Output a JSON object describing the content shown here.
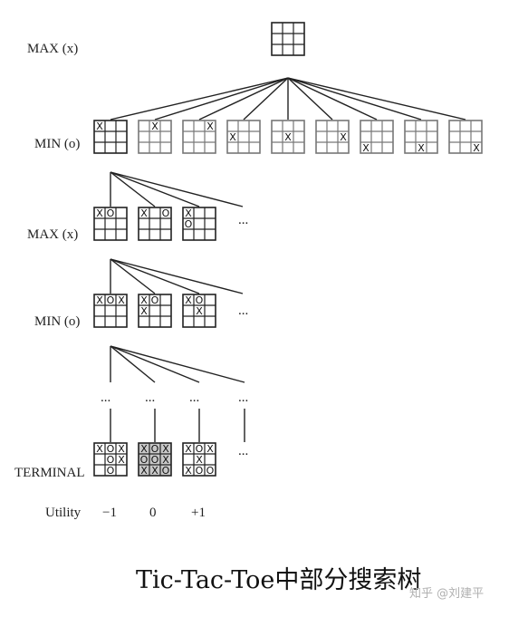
{
  "levels": {
    "max1": "MAX (x)",
    "min1": "MIN (o)",
    "max2": "MAX (x)",
    "min2": "MIN (o)",
    "terminal": "TERMINAL",
    "utility": "Utility"
  },
  "ellipsis": "...",
  "caption": "Tic-Tac-Toe中部分搜索树",
  "watermark": "知乎 @刘建平",
  "tree": {
    "root": [
      "",
      "",
      "",
      "",
      "",
      "",
      "",
      "",
      ""
    ],
    "level1": [
      [
        "x",
        "",
        "",
        "",
        "",
        "",
        "",
        "",
        ""
      ],
      [
        "",
        "x",
        "",
        "",
        "",
        "",
        "",
        "",
        ""
      ],
      [
        "",
        "",
        "x",
        "",
        "",
        "",
        "",
        "",
        ""
      ],
      [
        "",
        "",
        "",
        "x",
        "",
        "",
        "",
        "",
        ""
      ],
      [
        "",
        "",
        "",
        "",
        "x",
        "",
        "",
        "",
        ""
      ],
      [
        "",
        "",
        "",
        "",
        "",
        "x",
        "",
        "",
        ""
      ],
      [
        "",
        "",
        "",
        "",
        "",
        "",
        "x",
        "",
        ""
      ],
      [
        "",
        "",
        "",
        "",
        "",
        "",
        "",
        "x",
        ""
      ],
      [
        "",
        "",
        "",
        "",
        "",
        "",
        "",
        "",
        "x"
      ]
    ],
    "level2": [
      [
        "x",
        "o",
        "",
        "",
        "",
        "",
        "",
        "",
        ""
      ],
      [
        "x",
        "",
        "o",
        "",
        "",
        "",
        "",
        "",
        ""
      ],
      [
        "x",
        "",
        "",
        "o",
        "",
        "",
        "",
        "",
        ""
      ]
    ],
    "level3": [
      [
        "x",
        "o",
        "x",
        "",
        "",
        "",
        "",
        "",
        ""
      ],
      [
        "x",
        "o",
        "",
        "x",
        "",
        "",
        "",
        "",
        ""
      ],
      [
        "x",
        "o",
        "",
        "",
        "x",
        "",
        "",
        "",
        ""
      ]
    ],
    "terminal": [
      [
        "x",
        "o",
        "x",
        "",
        "o",
        "x",
        "",
        "o",
        ""
      ],
      [
        "x",
        "o",
        "x",
        "o",
        "o",
        "x",
        "x",
        "x",
        "o"
      ],
      [
        "x",
        "o",
        "x",
        "",
        "x",
        "",
        "x",
        "o",
        "o"
      ]
    ],
    "utilities": [
      "−1",
      "0",
      "+1"
    ]
  }
}
